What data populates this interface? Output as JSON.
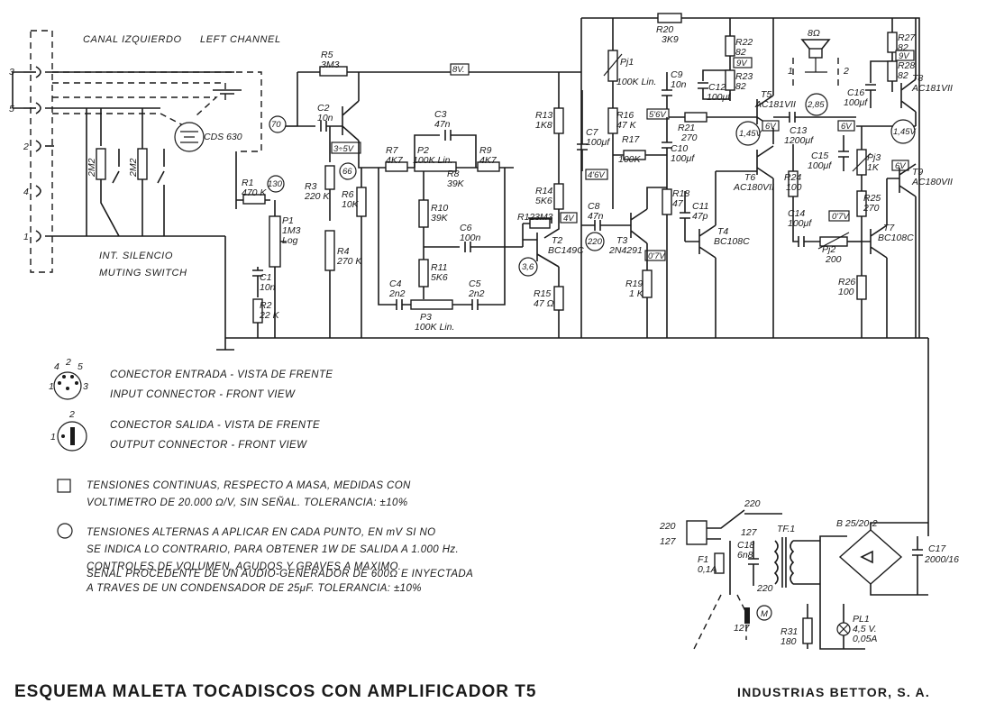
{
  "title": "ESQUEMA MALETA TOCADISCOS CON AMPLIFICADOR T5",
  "company": "INDUSTRIAS BETTOR, S. A.",
  "input_section": {
    "canal_izquierdo": "CANAL IZQUIERDO",
    "left_channel": "LEFT CHANNEL",
    "cds": "CDS 630",
    "int_silencio": "INT. SILENCIO",
    "muting_switch": "MUTING SWITCH",
    "pins": [
      "3",
      "5",
      "2",
      "4",
      "1"
    ],
    "resistors": [
      "2M2",
      "2M2"
    ]
  },
  "legend": {
    "input_connector_es": "CONECTOR ENTRADA - VISTA DE FRENTE",
    "input_connector_en": "INPUT CONNECTOR - FRONT VIEW",
    "output_connector_es": "CONECTOR SALIDA - VISTA DE FRENTE",
    "output_connector_en": "OUTPUT CONNECTOR - FRONT VIEW",
    "input_pins": [
      "4",
      "2",
      "5",
      "1",
      "3"
    ],
    "output_pins": [
      "2",
      "1"
    ],
    "dc_note_1": "TENSIONES CONTINUAS, RESPECTO A MASA, MEDIDAS CON",
    "dc_note_2": "VOLTIMETRO DE 20.000 Ω/V, SIN SEÑAL. TOLERANCIA: ±10%",
    "ac_note_1": "TENSIONES ALTERNAS A APLICAR EN CADA PUNTO, EN mV SI NO",
    "ac_note_2": "SE INDICA LO CONTRARIO, PARA OBTENER 1W DE SALIDA A 1.000 Hz.",
    "ac_note_3": "CONTROLES DE VOLUMEN, AGUDOS Y GRAVES A MAXIMO.",
    "ac_note_4": "SEÑAL PROCEDENTE DE UN AUDIO-GENERADOR DE 600Ω E INYECTADA",
    "ac_note_5": "A TRAVES DE UN CONDENSADOR DE 25μF. TOLERANCIA: ±10%"
  },
  "components": {
    "r5": [
      "R5",
      "3M3"
    ],
    "c2": [
      "C2",
      "10n"
    ],
    "r1": [
      "R1",
      "470 K"
    ],
    "p1": [
      "P1",
      "1M3",
      "Log"
    ],
    "c1": [
      "C1",
      "10n"
    ],
    "r2": [
      "R2",
      "22 K"
    ],
    "r3": [
      "R3",
      "220 K"
    ],
    "r4": [
      "R4",
      "270 K"
    ],
    "r6": [
      "R6",
      "10K"
    ],
    "r7": [
      "R7",
      "4K7"
    ],
    "p2": [
      "P2",
      "100K Lin."
    ],
    "c3": [
      "C3",
      "47n"
    ],
    "r9": [
      "R9",
      "4K7"
    ],
    "r8": [
      "R8",
      "39K"
    ],
    "r10": [
      "R10",
      "39K"
    ],
    "r11": [
      "R11",
      "5K6"
    ],
    "c6": [
      "C6",
      "100n"
    ],
    "c4": [
      "C4",
      "2n2"
    ],
    "c5": [
      "C5",
      "2n2"
    ],
    "p3": [
      "P3",
      "100K Lin."
    ],
    "r13": [
      "R13",
      "1K8"
    ],
    "r14": [
      "R14",
      "5K6"
    ],
    "r12": [
      "R12",
      "3M3"
    ],
    "t2": [
      "T2",
      "BC149C"
    ],
    "r15": [
      "R15",
      "47 Ω"
    ],
    "r20": [
      "R20",
      "3K9"
    ],
    "pj1": [
      "Pj1",
      "100K Lin."
    ],
    "r16": [
      "R16",
      "47 K"
    ],
    "c7": [
      "C7",
      "100μf"
    ],
    "r17": [
      "R17",
      "100K"
    ],
    "c8": [
      "C8",
      "47n"
    ],
    "t3": [
      "T3",
      "2N4291"
    ],
    "r19": [
      "R19",
      "1 K"
    ],
    "c9": [
      "C9",
      "10n"
    ],
    "c10": [
      "C10",
      "100μf"
    ],
    "r21": [
      "R21",
      "270"
    ],
    "r18": [
      "R18",
      "47"
    ],
    "c11": [
      "C11",
      "47p"
    ],
    "t4": [
      "T4",
      "BC108C"
    ],
    "r22": [
      "R22",
      "82"
    ],
    "r23": [
      "R23",
      "82"
    ],
    "c12": [
      "C12",
      "100μf"
    ],
    "t5": [
      "T5",
      "AC181VII"
    ],
    "t6": [
      "T6",
      "AC180VII"
    ],
    "c13": [
      "C13",
      "1200μf"
    ],
    "r24": [
      "R24",
      "100"
    ],
    "c14": [
      "C14",
      "100μf"
    ],
    "pj2": [
      "Pj2",
      "200"
    ],
    "c15": [
      "C15",
      "100μf"
    ],
    "pj3": [
      "Pj3",
      "1K"
    ],
    "r25": [
      "R25",
      "270"
    ],
    "t7": [
      "T7",
      "BC108C"
    ],
    "r26": [
      "R26",
      "100"
    ],
    "r27": [
      "R27",
      "82"
    ],
    "r28": [
      "R28",
      "82"
    ],
    "c16": [
      "C16",
      "100μf"
    ],
    "t8": [
      "T8",
      "AC181VII"
    ],
    "t9": [
      "T9",
      "AC180VII"
    ],
    "speaker": "8Ω",
    "f1": [
      "F1",
      "0,1A"
    ],
    "c18": [
      "C18",
      "6n8"
    ],
    "tf1": "TF.1",
    "bridge": "B 25/20-2",
    "c17": [
      "C17",
      "2000/16"
    ],
    "r31": [
      "R31",
      "180"
    ],
    "pl1": [
      "PL1",
      "4,5 V.",
      "0,05A"
    ],
    "mains_220a": "220",
    "mains_127a": "127",
    "mains_220b": "220",
    "mains_127b": "127",
    "mains_220c": "220",
    "mains_127c": "127",
    "motor": "M"
  },
  "dc_voltages": [
    "8V.",
    "3÷5V",
    "4V",
    "5'6V",
    "4'6V",
    "0'7V",
    "9V",
    "6V",
    "6V",
    "0'7V",
    "9V",
    "6V"
  ],
  "ac_signals": [
    "70",
    "130",
    "66",
    "3,6",
    "220",
    "1,45V",
    "2,85",
    "1,45V"
  ]
}
